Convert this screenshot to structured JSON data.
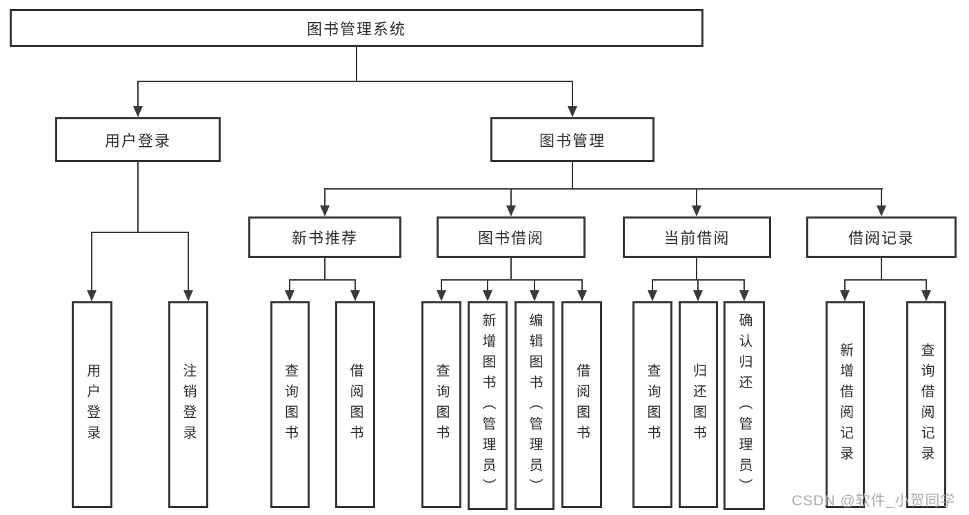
{
  "diagram": {
    "title": "图书管理系统",
    "root": {
      "label": "图书管理系统",
      "children": [
        {
          "label": "用户登录",
          "children": [
            {
              "label": "用户登录"
            },
            {
              "label": "注销登录"
            }
          ]
        },
        {
          "label": "图书管理",
          "children": [
            {
              "label": "新书推荐",
              "children": [
                {
                  "label": "查询图书"
                },
                {
                  "label": "借阅图书"
                }
              ]
            },
            {
              "label": "图书借阅",
              "children": [
                {
                  "label": "查询图书"
                },
                {
                  "label": "新增图书（管理员）"
                },
                {
                  "label": "编辑图书（管理员）"
                },
                {
                  "label": "借阅图书"
                }
              ]
            },
            {
              "label": "当前借阅",
              "children": [
                {
                  "label": "查询图书"
                },
                {
                  "label": "归还图书"
                },
                {
                  "label": "确认归还（管理员）"
                }
              ]
            },
            {
              "label": "借阅记录",
              "children": [
                {
                  "label": "新增借阅记录"
                },
                {
                  "label": "查询借阅记录"
                }
              ]
            }
          ]
        }
      ]
    },
    "colors": {
      "line": "#3a3a3a",
      "border": "#363636",
      "text": "#2d2d2d",
      "background": "#ffffff",
      "watermark": "#a6a6a6"
    }
  },
  "watermark": "CSDN @软件_小贺同学"
}
